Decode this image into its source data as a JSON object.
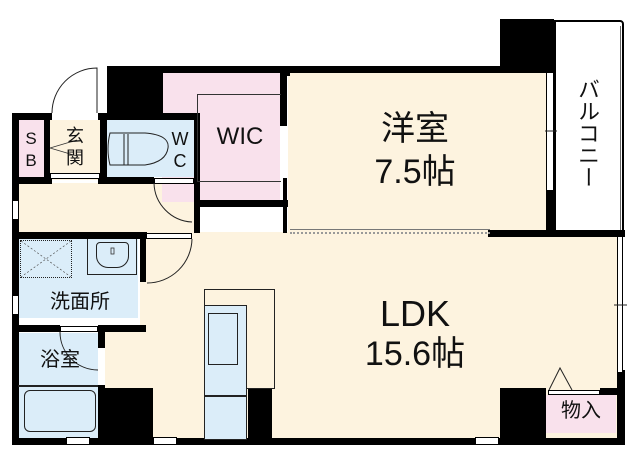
{
  "floor_plan": {
    "rooms": {
      "western_room": {
        "name": "洋室",
        "size": "7.5帖"
      },
      "ldk": {
        "name": "LDK",
        "size": "15.6帖"
      },
      "wic": {
        "name": "WIC"
      },
      "wc": {
        "name_line1": "W",
        "name_line2": "C"
      },
      "entrance": {
        "name_line1": "玄",
        "name_line2": "関"
      },
      "shoe_box": {
        "name_line1": "S",
        "name_line2": "B"
      },
      "washroom": {
        "name": "洗面所"
      },
      "bathroom": {
        "name": "浴室"
      },
      "storage": {
        "name": "物入"
      },
      "balcony": {
        "name": "バルコニー"
      }
    },
    "colors": {
      "floor": "#fdf3df",
      "closet_pink": "#f9e1ec",
      "wet_area_blue": "#dbedf9",
      "wall": "#000000"
    }
  }
}
